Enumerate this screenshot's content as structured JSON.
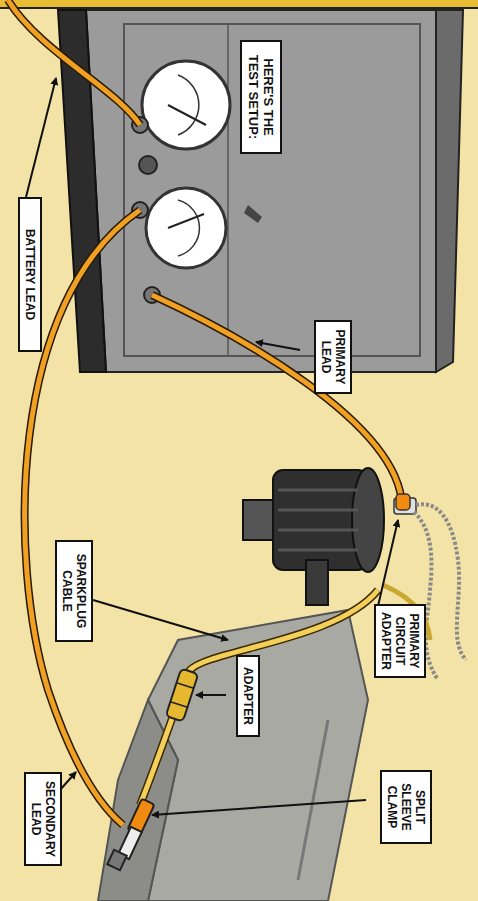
{
  "diagram": {
    "title": "HERE'S THE TEST SETUP:",
    "nodes": [
      {
        "text": [
          "BATTERY LEAD"
        ]
      },
      {
        "text": [
          "PRIMARY LEAD"
        ]
      },
      {
        "text": [
          "PRIMARY CIRCUIT ADAPTER"
        ]
      },
      {
        "text": [
          "SPARKPLUG CABLE"
        ]
      },
      {
        "text": [
          "ADAPTER"
        ]
      },
      {
        "text": [
          "SPLIT SLEEVE CLAMP"
        ]
      },
      {
        "text": [
          "SECONDARY LEAD"
        ]
      }
    ]
  }
}
